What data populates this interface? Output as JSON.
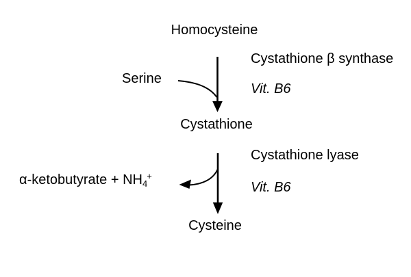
{
  "colors": {
    "background": "#ffffff",
    "ink": "#000000"
  },
  "diagram": {
    "nodes": {
      "homocysteine": "Homocysteine",
      "cystathione": "Cystathione",
      "cysteine": "Cysteine"
    },
    "reaction1": {
      "enzyme": "Cystathione β synthase",
      "cofactor": "Vit. B6",
      "co_substrate": "Serine"
    },
    "reaction2": {
      "enzyme": "Cystathione lyase",
      "cofactor": "Vit. B6",
      "byproduct": {
        "prefix": "α-ketobutyrate + NH",
        "sub": "4",
        "sup": "+"
      }
    }
  }
}
